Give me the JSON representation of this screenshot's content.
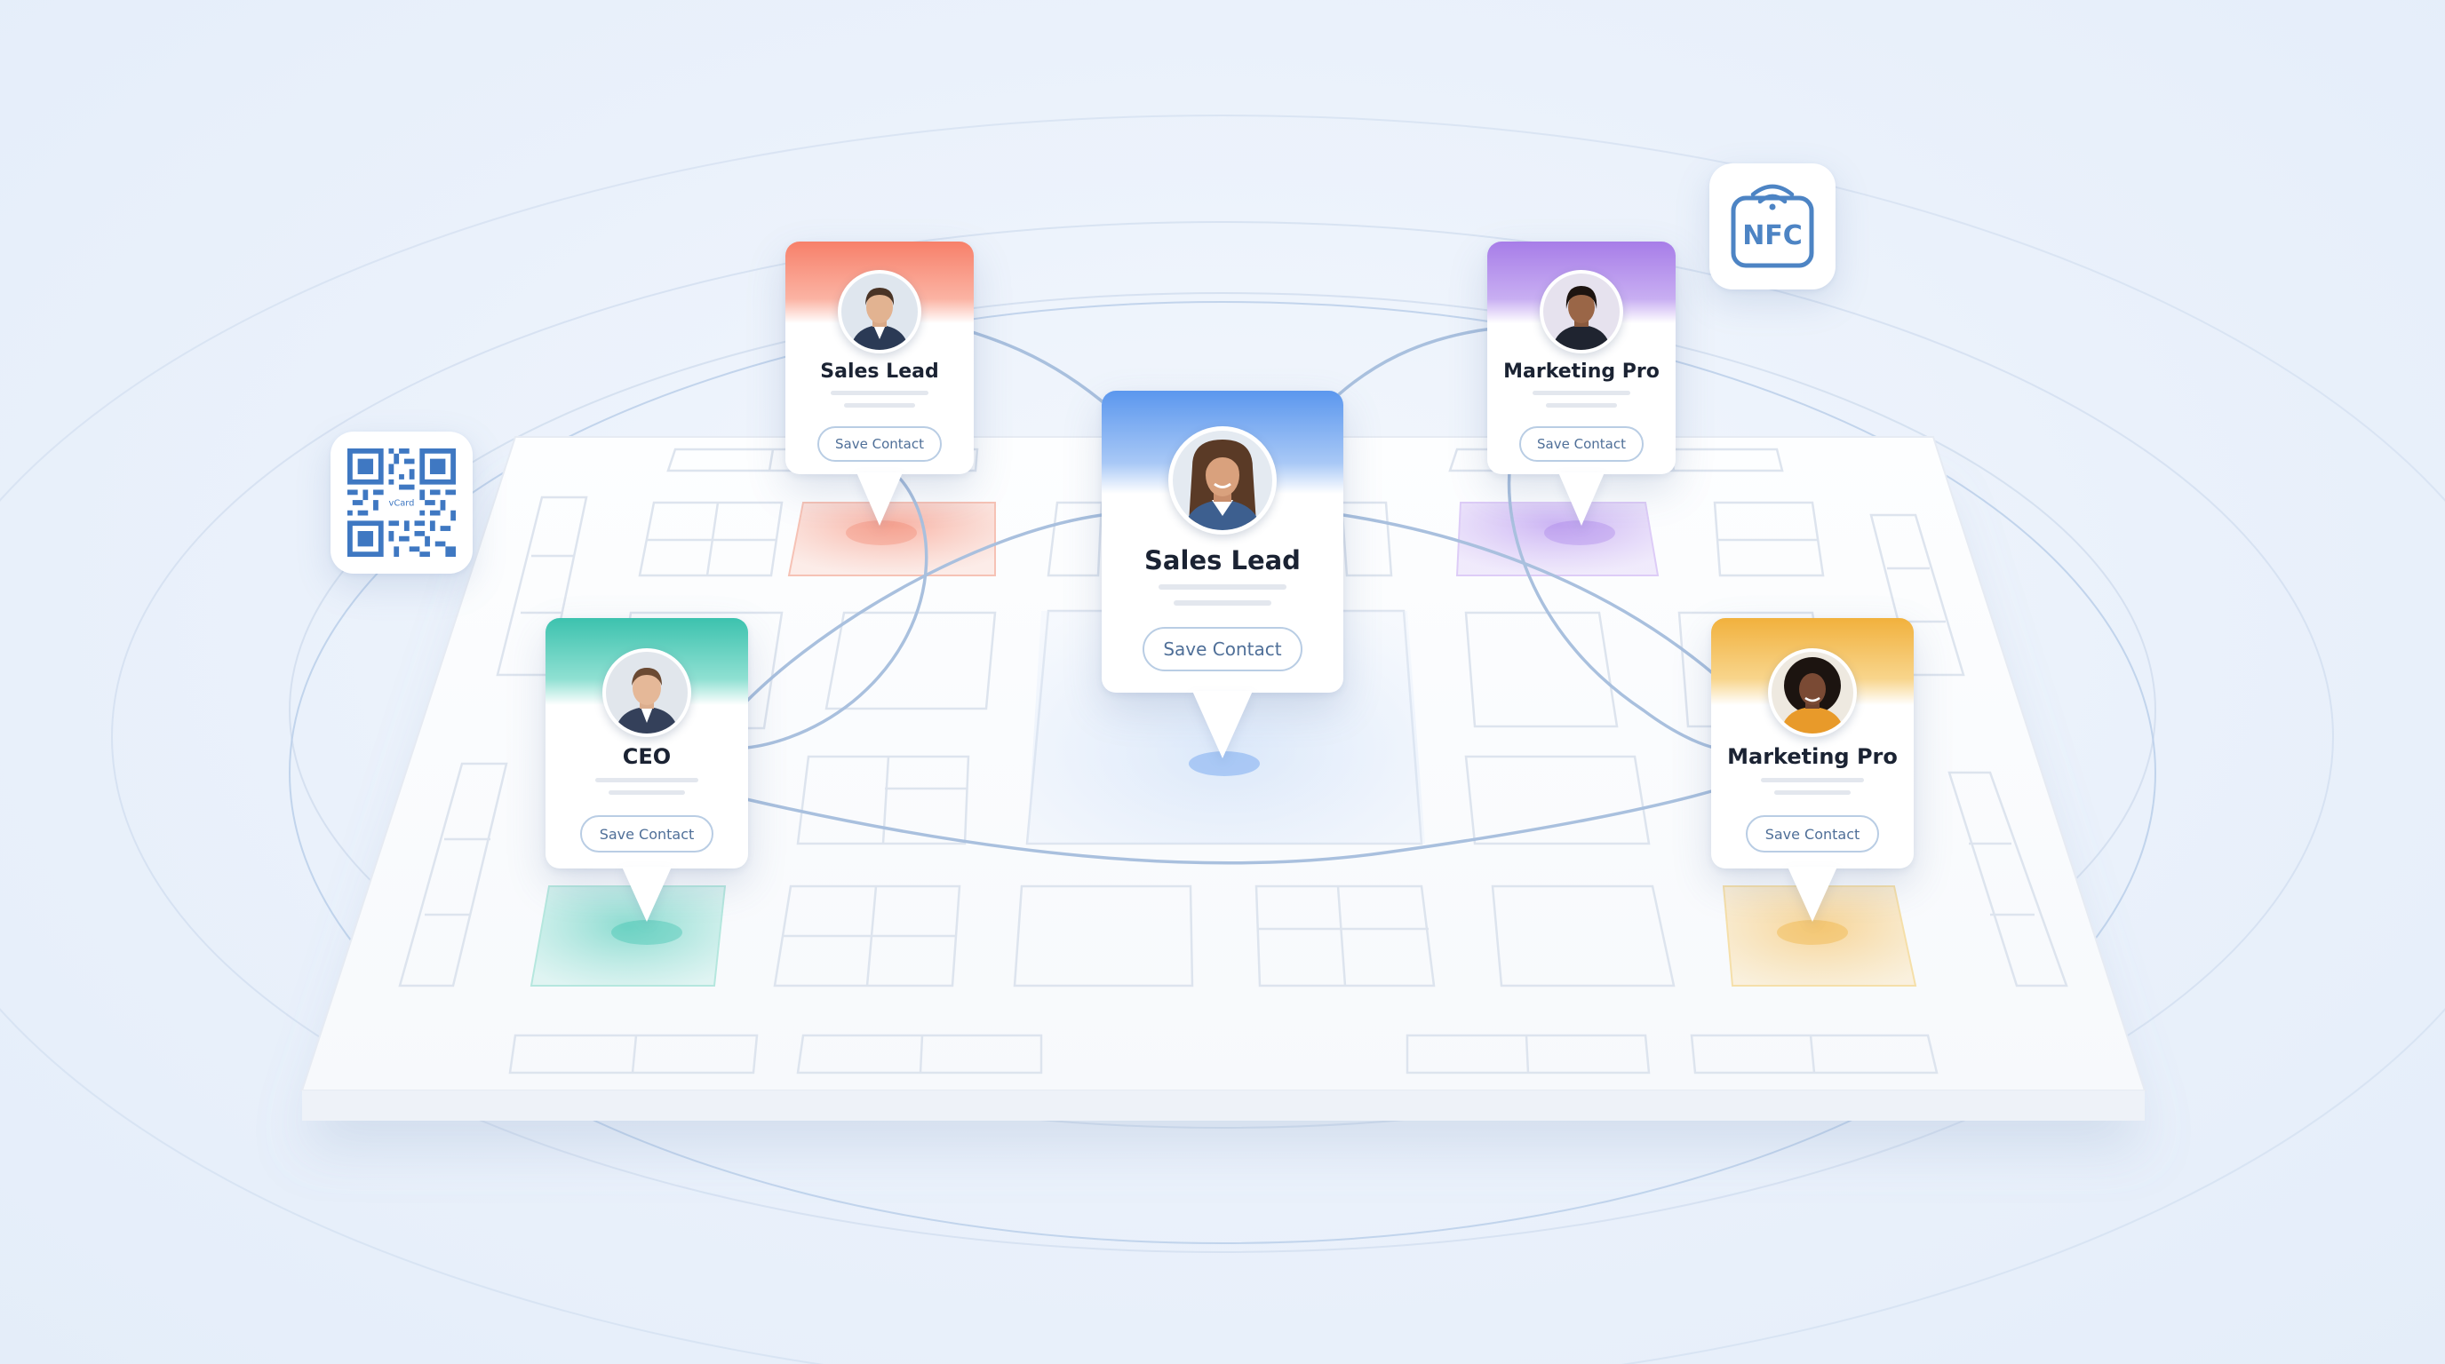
{
  "accent": "#9fb7d9",
  "badges": {
    "qr": {
      "icon": "qr-code-icon",
      "center_label": "vCard"
    },
    "nfc": {
      "icon": "nfc-icon",
      "label": "NFC",
      "color": "#4d84c4"
    }
  },
  "cards": [
    {
      "id": "sales-lead-top",
      "title": "Sales Lead",
      "button": "Save Contact",
      "color_from": "#f7806a",
      "color_to": "#fbb3a3",
      "avatar": "man-1"
    },
    {
      "id": "sales-lead-center",
      "title": "Sales Lead",
      "button": "Save Contact",
      "color_from": "#5b97ee",
      "color_to": "#a8c8f6",
      "avatar": "woman-1"
    },
    {
      "id": "marketing-pro-top",
      "title": "Marketing Pro",
      "button": "Save Contact",
      "color_from": "#a77de8",
      "color_to": "#c8aef2",
      "avatar": "woman-2"
    },
    {
      "id": "ceo",
      "title": "CEO",
      "button": "Save Contact",
      "color_from": "#3cc2ae",
      "color_to": "#8fe0d2",
      "avatar": "man-2"
    },
    {
      "id": "marketing-pro-right",
      "title": "Marketing Pro",
      "button": "Save Contact",
      "color_from": "#f1b13d",
      "color_to": "#f8d58c",
      "avatar": "woman-3"
    }
  ]
}
